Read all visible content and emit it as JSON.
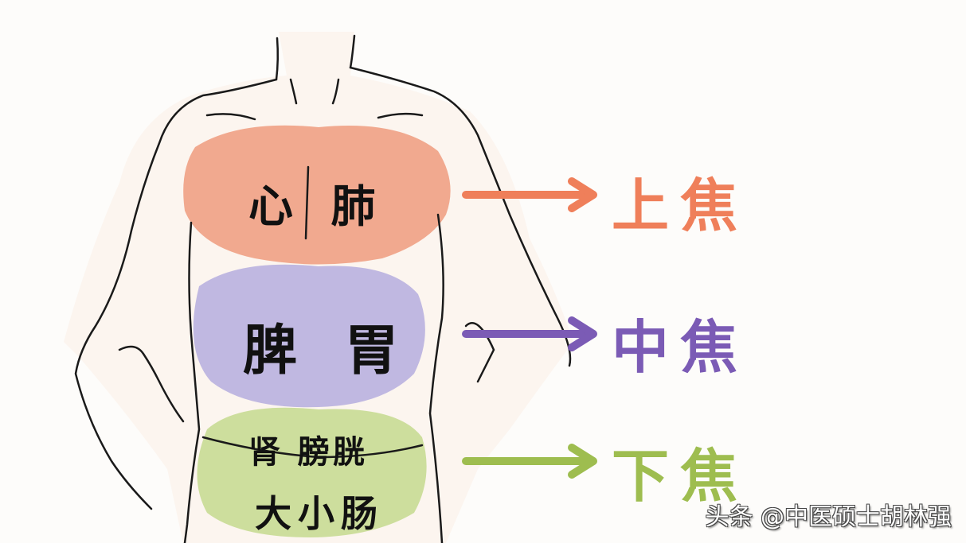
{
  "regions": [
    {
      "id": "upper",
      "organs": "心 肺",
      "jiao": "上焦",
      "color": "#ef7f5a",
      "blob_color": "#f0a184"
    },
    {
      "id": "middle",
      "organs": "脾 胃",
      "jiao": "中焦",
      "color": "#7b5bb5",
      "blob_color": "#b9b1df"
    },
    {
      "id": "lower",
      "organs_line1": "肾 膀胱",
      "organs_line2": "大小肠",
      "jiao": "下焦",
      "color": "#9ebd4f",
      "blob_color": "#c8dc94"
    }
  ],
  "watermark": "头条 @中医硕士胡林强"
}
